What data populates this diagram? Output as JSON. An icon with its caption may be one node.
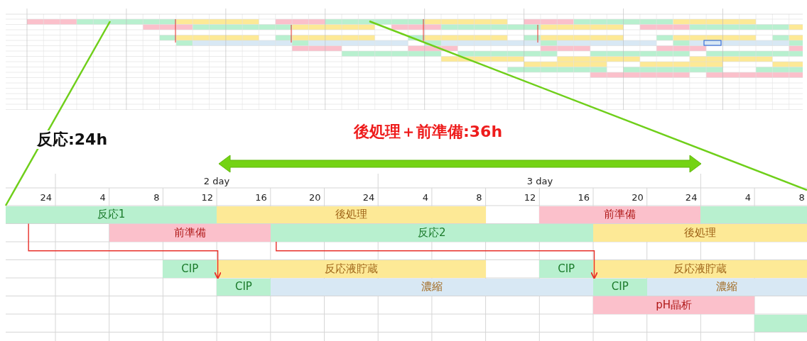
{
  "diagram": {
    "nodes": [
      {
        "text": [
          "反応1"
        ]
      },
      {
        "text": [
          "後処理"
        ]
      },
      {
        "text": [
          "前準備"
        ]
      },
      {
        "text": [],
        "shape": "bar"
      },
      {
        "text": [
          "前準備"
        ]
      },
      {
        "text": [
          "反応2"
        ]
      },
      {
        "text": [
          "後処理"
        ]
      },
      {
        "text": [
          "CIP"
        ]
      },
      {
        "text": [
          "反応液貯蔵"
        ]
      },
      {
        "text": [
          "CIP"
        ]
      },
      {
        "text": [
          "反応液貯蔵"
        ]
      },
      {
        "text": [
          "CIP"
        ]
      },
      {
        "text": [
          "濃縮"
        ]
      },
      {
        "text": [
          "CIP"
        ]
      },
      {
        "text": [
          "濃縮"
        ]
      },
      {
        "text": [
          "pH晶析"
        ]
      },
      {
        "text": [],
        "shape": "bar"
      }
    ],
    "edges": [
      {
        "from": 0,
        "to": 11,
        "arrow": "to"
      },
      {
        "from": 5,
        "to": 13,
        "arrow": "to"
      }
    ],
    "labels": [
      "反応:24h",
      "後処理＋前準備:36h",
      "2 day",
      "3 day",
      "24",
      "4",
      "8",
      "12",
      "16",
      "20",
      "24",
      "4",
      "8",
      "12",
      "16",
      "20",
      "24",
      "4",
      "8"
    ]
  }
}
